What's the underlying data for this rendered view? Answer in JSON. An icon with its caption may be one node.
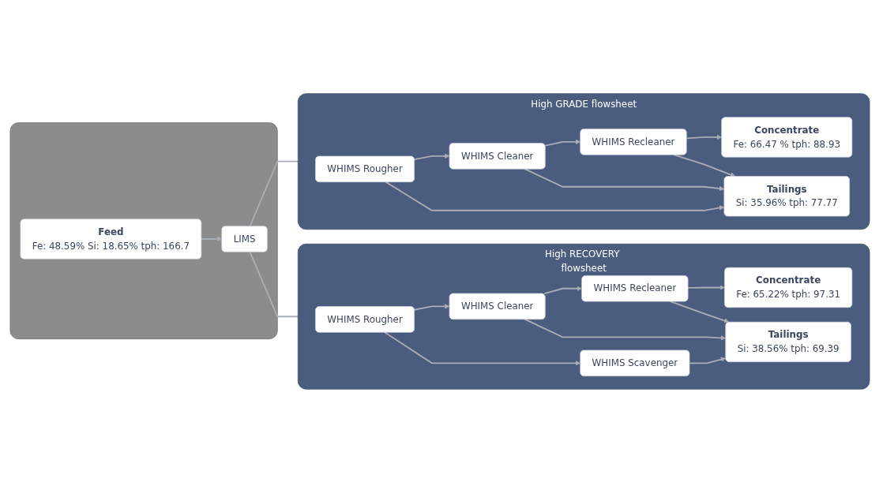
{
  "diagram": {
    "nodes": [
      {
        "text": [],
        "shape": "box"
      },
      {
        "text": [
          "Feed",
          "Fe: 48.59% Si: 18.65% tph: 166.7"
        ],
        "in": 0
      },
      {
        "text": [
          "LIMS"
        ],
        "in": 0
      },
      {
        "text": [
          "High GRADE flowsheet"
        ]
      },
      {
        "text": [
          "WHIMS Rougher"
        ],
        "in": 3
      },
      {
        "text": [
          "WHIMS Cleaner"
        ],
        "in": 3
      },
      {
        "text": [
          "WHIMS Recleaner"
        ],
        "in": 3
      },
      {
        "text": [
          "Concentrate",
          "Fe: 66.47 % tph: 88.93"
        ],
        "in": 3
      },
      {
        "text": [
          "Tailings",
          "Si: 35.96% tph: 77.77"
        ],
        "in": 3
      },
      {
        "text": [
          "High RECOVERY flowsheet"
        ]
      },
      {
        "text": [
          "WHIMS Rougher"
        ],
        "in": 9
      },
      {
        "text": [
          "WHIMS Cleaner"
        ],
        "in": 9
      },
      {
        "text": [
          "WHIMS Recleaner"
        ],
        "in": 9
      },
      {
        "text": [
          "Concentrate",
          "Fe: 65.22% tph: 97.31"
        ],
        "in": 9
      },
      {
        "text": [
          "WHIMS Scavenger"
        ],
        "in": 9
      },
      {
        "text": [
          "Tailings",
          "Si: 38.56% tph: 69.39"
        ],
        "in": 9
      }
    ],
    "edges": [
      {
        "from": 1,
        "to": 2,
        "arrow": "to"
      },
      {
        "from": 2,
        "to": 3,
        "arrow": "none"
      },
      {
        "from": 2,
        "to": 9,
        "arrow": "none"
      },
      {
        "from": 4,
        "to": 5,
        "arrow": "to"
      },
      {
        "from": 5,
        "to": 6,
        "arrow": "to"
      },
      {
        "from": 6,
        "to": 7,
        "arrow": "to"
      },
      {
        "from": 4,
        "to": 8,
        "arrow": "to"
      },
      {
        "from": 5,
        "to": 8,
        "arrow": "to"
      },
      {
        "from": 6,
        "to": 8,
        "arrow": "to"
      },
      {
        "from": 10,
        "to": 11,
        "arrow": "to"
      },
      {
        "from": 11,
        "to": 12,
        "arrow": "to"
      },
      {
        "from": 12,
        "to": 13,
        "arrow": "to"
      },
      {
        "from": 10,
        "to": 14,
        "arrow": "to"
      },
      {
        "from": 14,
        "to": 15,
        "arrow": "to"
      },
      {
        "from": 11,
        "to": 15,
        "arrow": "to"
      },
      {
        "from": 12,
        "to": 15,
        "arrow": "to"
      }
    ]
  }
}
